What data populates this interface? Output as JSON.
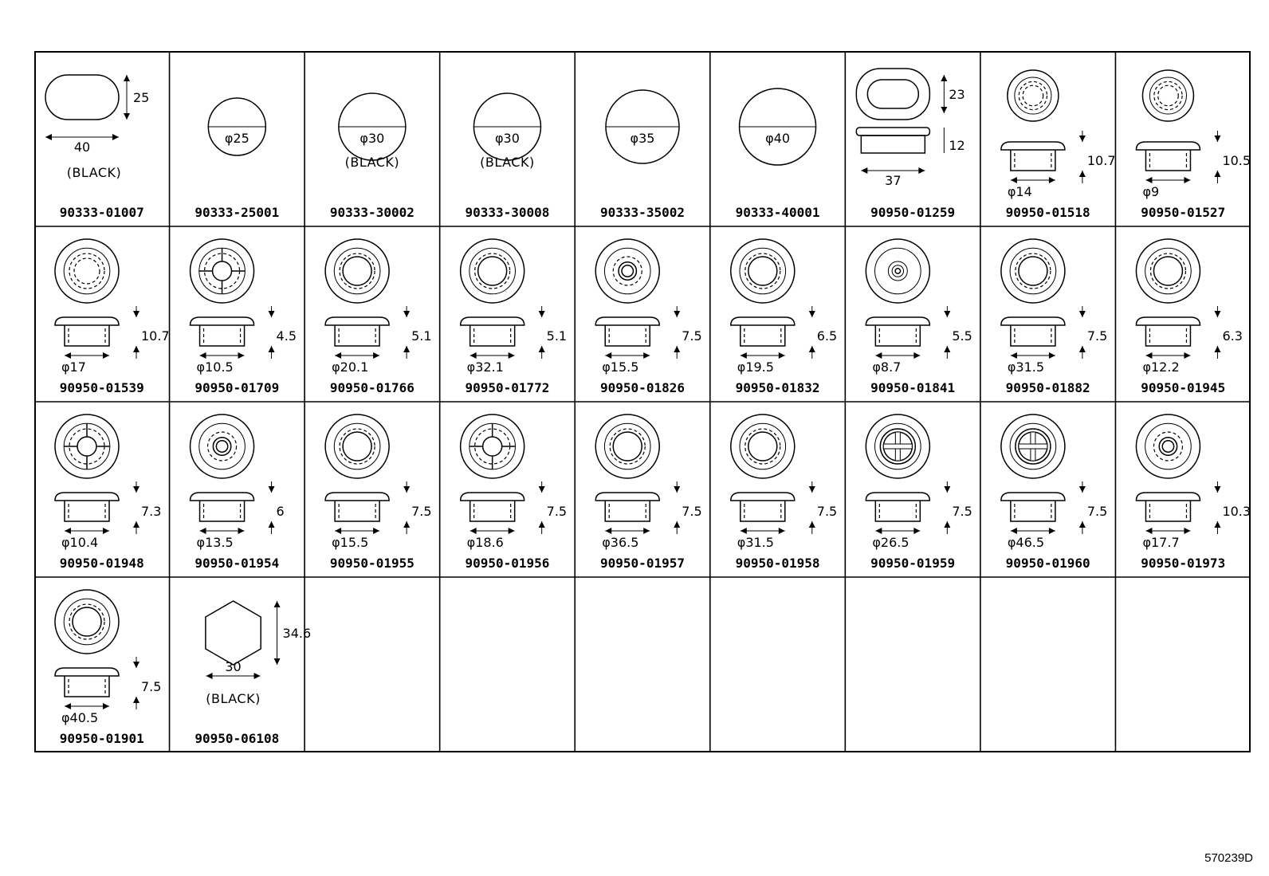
{
  "ref_code": "570239D",
  "cells": [
    {
      "part": "90333-01007",
      "dims": [
        "25",
        "40"
      ],
      "note": "(BLACK)"
    },
    {
      "part": "90333-25001",
      "dims": [
        "φ25"
      ],
      "note": ""
    },
    {
      "part": "90333-30002",
      "dims": [
        "φ30"
      ],
      "note": "(BLACK)"
    },
    {
      "part": "90333-30008",
      "dims": [
        "φ30"
      ],
      "note": "(BLACK)"
    },
    {
      "part": "90333-35002",
      "dims": [
        "φ35"
      ],
      "note": ""
    },
    {
      "part": "90333-40001",
      "dims": [
        "φ40"
      ],
      "note": ""
    },
    {
      "part": "90950-01259",
      "dims": [
        "23",
        "12",
        "37"
      ],
      "note": ""
    },
    {
      "part": "90950-01518",
      "dims": [
        "10.7",
        "φ14"
      ],
      "note": ""
    },
    {
      "part": "90950-01527",
      "dims": [
        "10.5",
        "φ9"
      ],
      "note": ""
    },
    {
      "part": "90950-01539",
      "dims": [
        "10.7",
        "φ17"
      ],
      "note": ""
    },
    {
      "part": "90950-01709",
      "dims": [
        "4.5",
        "φ10.5"
      ],
      "note": ""
    },
    {
      "part": "90950-01766",
      "dims": [
        "5.1",
        "φ20.1"
      ],
      "note": ""
    },
    {
      "part": "90950-01772",
      "dims": [
        "5.1",
        "φ32.1"
      ],
      "note": ""
    },
    {
      "part": "90950-01826",
      "dims": [
        "7.5",
        "φ15.5"
      ],
      "note": ""
    },
    {
      "part": "90950-01832",
      "dims": [
        "6.5",
        "φ19.5"
      ],
      "note": ""
    },
    {
      "part": "90950-01841",
      "dims": [
        "5.5",
        "φ8.7"
      ],
      "note": ""
    },
    {
      "part": "90950-01882",
      "dims": [
        "7.5",
        "φ31.5"
      ],
      "note": ""
    },
    {
      "part": "90950-01945",
      "dims": [
        "6.3",
        "φ12.2"
      ],
      "note": ""
    },
    {
      "part": "90950-01948",
      "dims": [
        "7.3",
        "φ10.4"
      ],
      "note": ""
    },
    {
      "part": "90950-01954",
      "dims": [
        "6",
        "φ13.5"
      ],
      "note": ""
    },
    {
      "part": "90950-01955",
      "dims": [
        "7.5",
        "φ15.5"
      ],
      "note": ""
    },
    {
      "part": "90950-01956",
      "dims": [
        "7.5",
        "φ18.6"
      ],
      "note": ""
    },
    {
      "part": "90950-01957",
      "dims": [
        "7.5",
        "φ36.5"
      ],
      "note": ""
    },
    {
      "part": "90950-01958",
      "dims": [
        "7.5",
        "φ31.5"
      ],
      "note": ""
    },
    {
      "part": "90950-01959",
      "dims": [
        "7.5",
        "φ26.5"
      ],
      "note": ""
    },
    {
      "part": "90950-01960",
      "dims": [
        "7.5",
        "φ46.5"
      ],
      "note": ""
    },
    {
      "part": "90950-01973",
      "dims": [
        "10.3",
        "φ17.7"
      ],
      "note": ""
    },
    {
      "part": "90950-01901",
      "dims": [
        "7.5",
        "φ40.5"
      ],
      "note": ""
    },
    {
      "part": "90950-06108",
      "dims": [
        "34.6",
        "30"
      ],
      "note": "(BLACK)"
    }
  ]
}
